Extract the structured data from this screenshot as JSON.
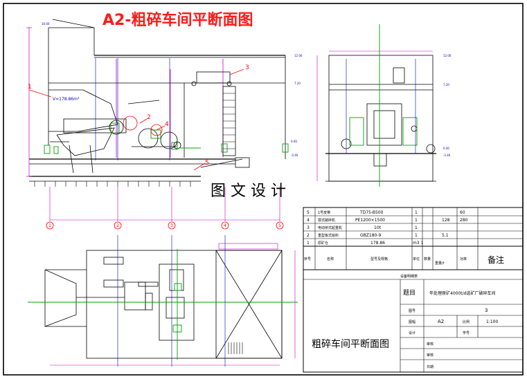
{
  "drawing": {
    "title_red": "A2-粗碎车间平断面图",
    "watermark": "图 文 设 计",
    "callouts": [
      "1",
      "2",
      "3",
      "4",
      "5"
    ],
    "volume_label": "V=178.86m³",
    "axis_numbers": [
      "1",
      "2",
      "3",
      "4",
      "5"
    ]
  },
  "bom": {
    "rows": [
      {
        "no": "5",
        "name": "1号皮带",
        "spec": "TD75-B500",
        "qty": "1",
        "a": "",
        "b": "60",
        "note": ""
      },
      {
        "no": "4",
        "name": "颚式破碎机",
        "spec": "PE1200×1500",
        "qty": "1",
        "a": "128",
        "b": "280",
        "note": ""
      },
      {
        "no": "3",
        "name": "电动桥式起重机",
        "spec": "10t",
        "qty": "1",
        "a": "",
        "b": "",
        "note": ""
      },
      {
        "no": "2",
        "name": "重型板式给料",
        "spec": "GBZ180-9",
        "qty": "1",
        "a": "5.1",
        "b": "",
        "note": ""
      },
      {
        "no": "1",
        "name": "原矿仓",
        "spec": "178.86",
        "qty": "m3 1",
        "a": "",
        "b": "",
        "note": ""
      }
    ],
    "header": {
      "no": "序号",
      "name": "名称",
      "spec": "型号及规格",
      "unit": "单位",
      "qty": "数量",
      "weight": "重量/t",
      "power": "功率",
      "remark": "备注"
    }
  },
  "titleblock": {
    "list_label": "设备明细表",
    "subject_label": "题目",
    "subject": "年处理原矿4000t/d选矿厂破碎车间",
    "sheets_label": "图号",
    "sheet_no": "3",
    "size_label": "图幅",
    "size": "A2",
    "scale_label": "比例",
    "scale": "1:100",
    "design_label": "设计",
    "drawing_no_label": "学号",
    "main_title": "粗碎车间平断面图",
    "check_label": "审核",
    "review_label": "审核",
    "date_label": "日期"
  }
}
